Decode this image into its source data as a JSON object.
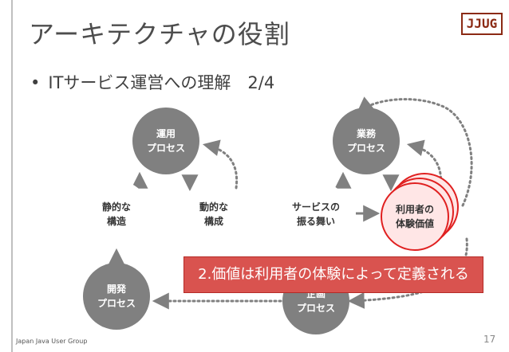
{
  "slide": {
    "title": "アーキテクチャの役割",
    "bullet": "ITサービス運営への理解　2/4",
    "bullet_marker": "•",
    "logo": "JJUG",
    "footer": "Japan Java User Group",
    "page_number": "17"
  },
  "nodes": {
    "ops": {
      "line1": "運用",
      "line2": "プロセス"
    },
    "static": {
      "line1": "静的な",
      "line2": "構造"
    },
    "dynamic": {
      "line1": "動的な",
      "line2": "構成"
    },
    "dev": {
      "line1": "開発",
      "line2": "プロセス"
    },
    "service": {
      "line1": "サービスの",
      "line2": "振る舞い"
    },
    "planning": {
      "line1": "企画",
      "line2": "プロセス"
    },
    "business": {
      "line1": "業務",
      "line2": "プロセス"
    },
    "ux": {
      "line1": "利用者の",
      "line2": "体験価値"
    }
  },
  "callout": "2.価値は利用者の体験によって定義される",
  "colors": {
    "node_fill": "#808080",
    "highlight_fill": "#ffe6e6",
    "highlight_stroke": "#e02020",
    "callout_fill": "#d9534f",
    "arrow": "#808080"
  }
}
